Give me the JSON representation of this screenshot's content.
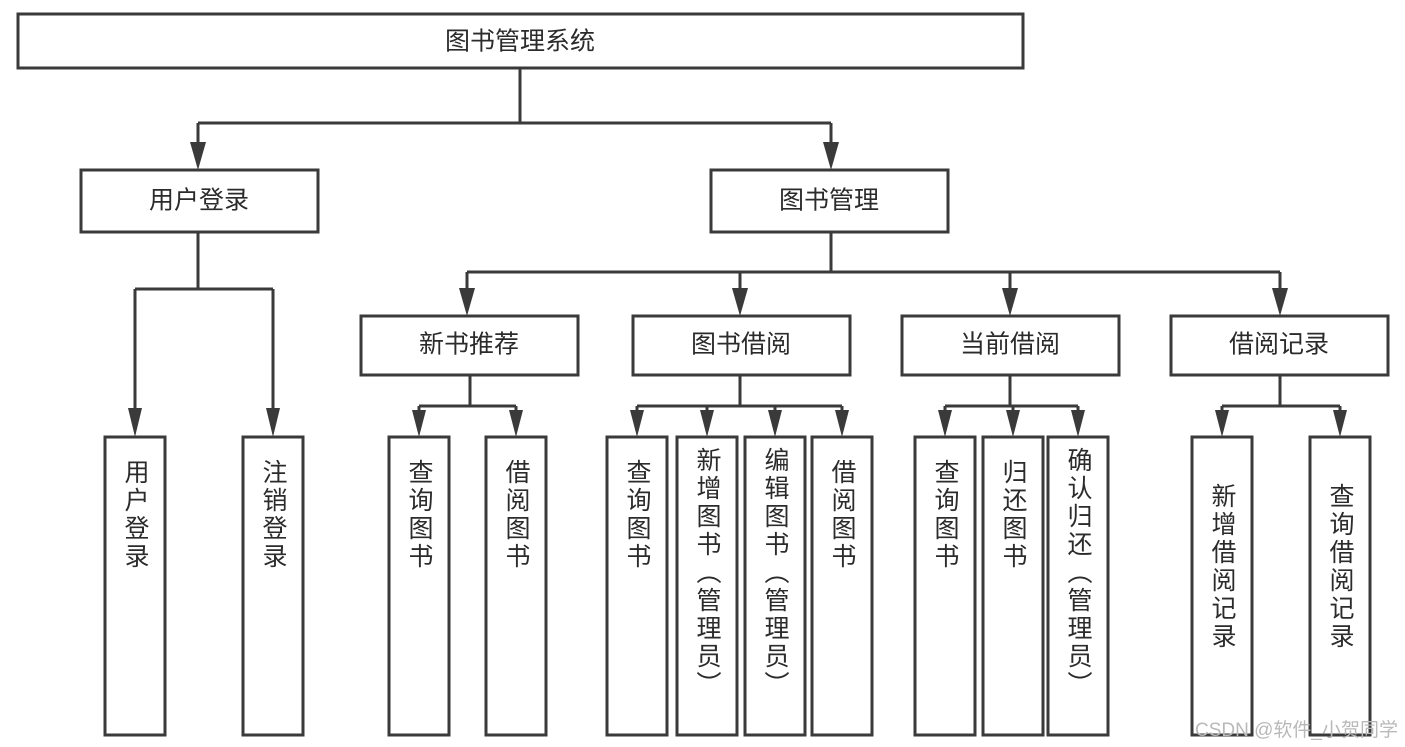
{
  "diagram": {
    "title": "图书管理系统",
    "type": "tree-hierarchy-chart",
    "orientation": "top-down",
    "colors": {
      "box_stroke": "#3a3a3a",
      "box_fill": "#ffffff",
      "connector": "#3a3a3a",
      "text": "#2b2b2b",
      "background": "#ffffff",
      "watermark": "#b9b9b9"
    },
    "levels": {
      "root": {
        "label": "图书管理系统"
      },
      "level2": [
        {
          "label": "用户登录"
        },
        {
          "label": "图书管理"
        }
      ],
      "level3": [
        {
          "label": "新书推荐"
        },
        {
          "label": "图书借阅"
        },
        {
          "label": "当前借阅"
        },
        {
          "label": "借阅记录"
        }
      ],
      "leaves_user_login": [
        {
          "label": "用户登录"
        },
        {
          "label": "注销登录"
        }
      ],
      "leaves_new_book": [
        {
          "label": "查询图书"
        },
        {
          "label": "借阅图书"
        }
      ],
      "leaves_borrow": [
        {
          "label": "查询图书"
        },
        {
          "label": "新增图书（管理员）"
        },
        {
          "label": "编辑图书（管理员）"
        },
        {
          "label": "借阅图书"
        }
      ],
      "leaves_current": [
        {
          "label": "查询图书"
        },
        {
          "label": "归还图书"
        },
        {
          "label": "确认归还（管理员）"
        }
      ],
      "leaves_records": [
        {
          "label": "新增借阅记录"
        },
        {
          "label": "查询借阅记录"
        }
      ]
    }
  },
  "watermark": {
    "text": "CSDN @软件_小贺同学"
  }
}
